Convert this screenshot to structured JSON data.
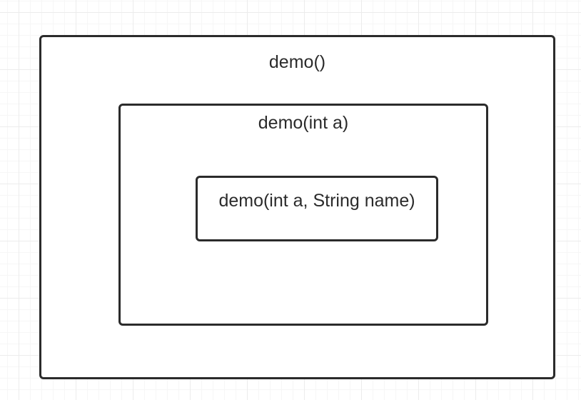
{
  "diagram": {
    "outer": {
      "label": "demo()"
    },
    "middle": {
      "label": "demo(int a)"
    },
    "inner": {
      "label": "demo(int a, String name)"
    }
  },
  "colors": {
    "border": "#2b2b2b",
    "text": "#2b2b2b",
    "grid": "#ececec"
  }
}
